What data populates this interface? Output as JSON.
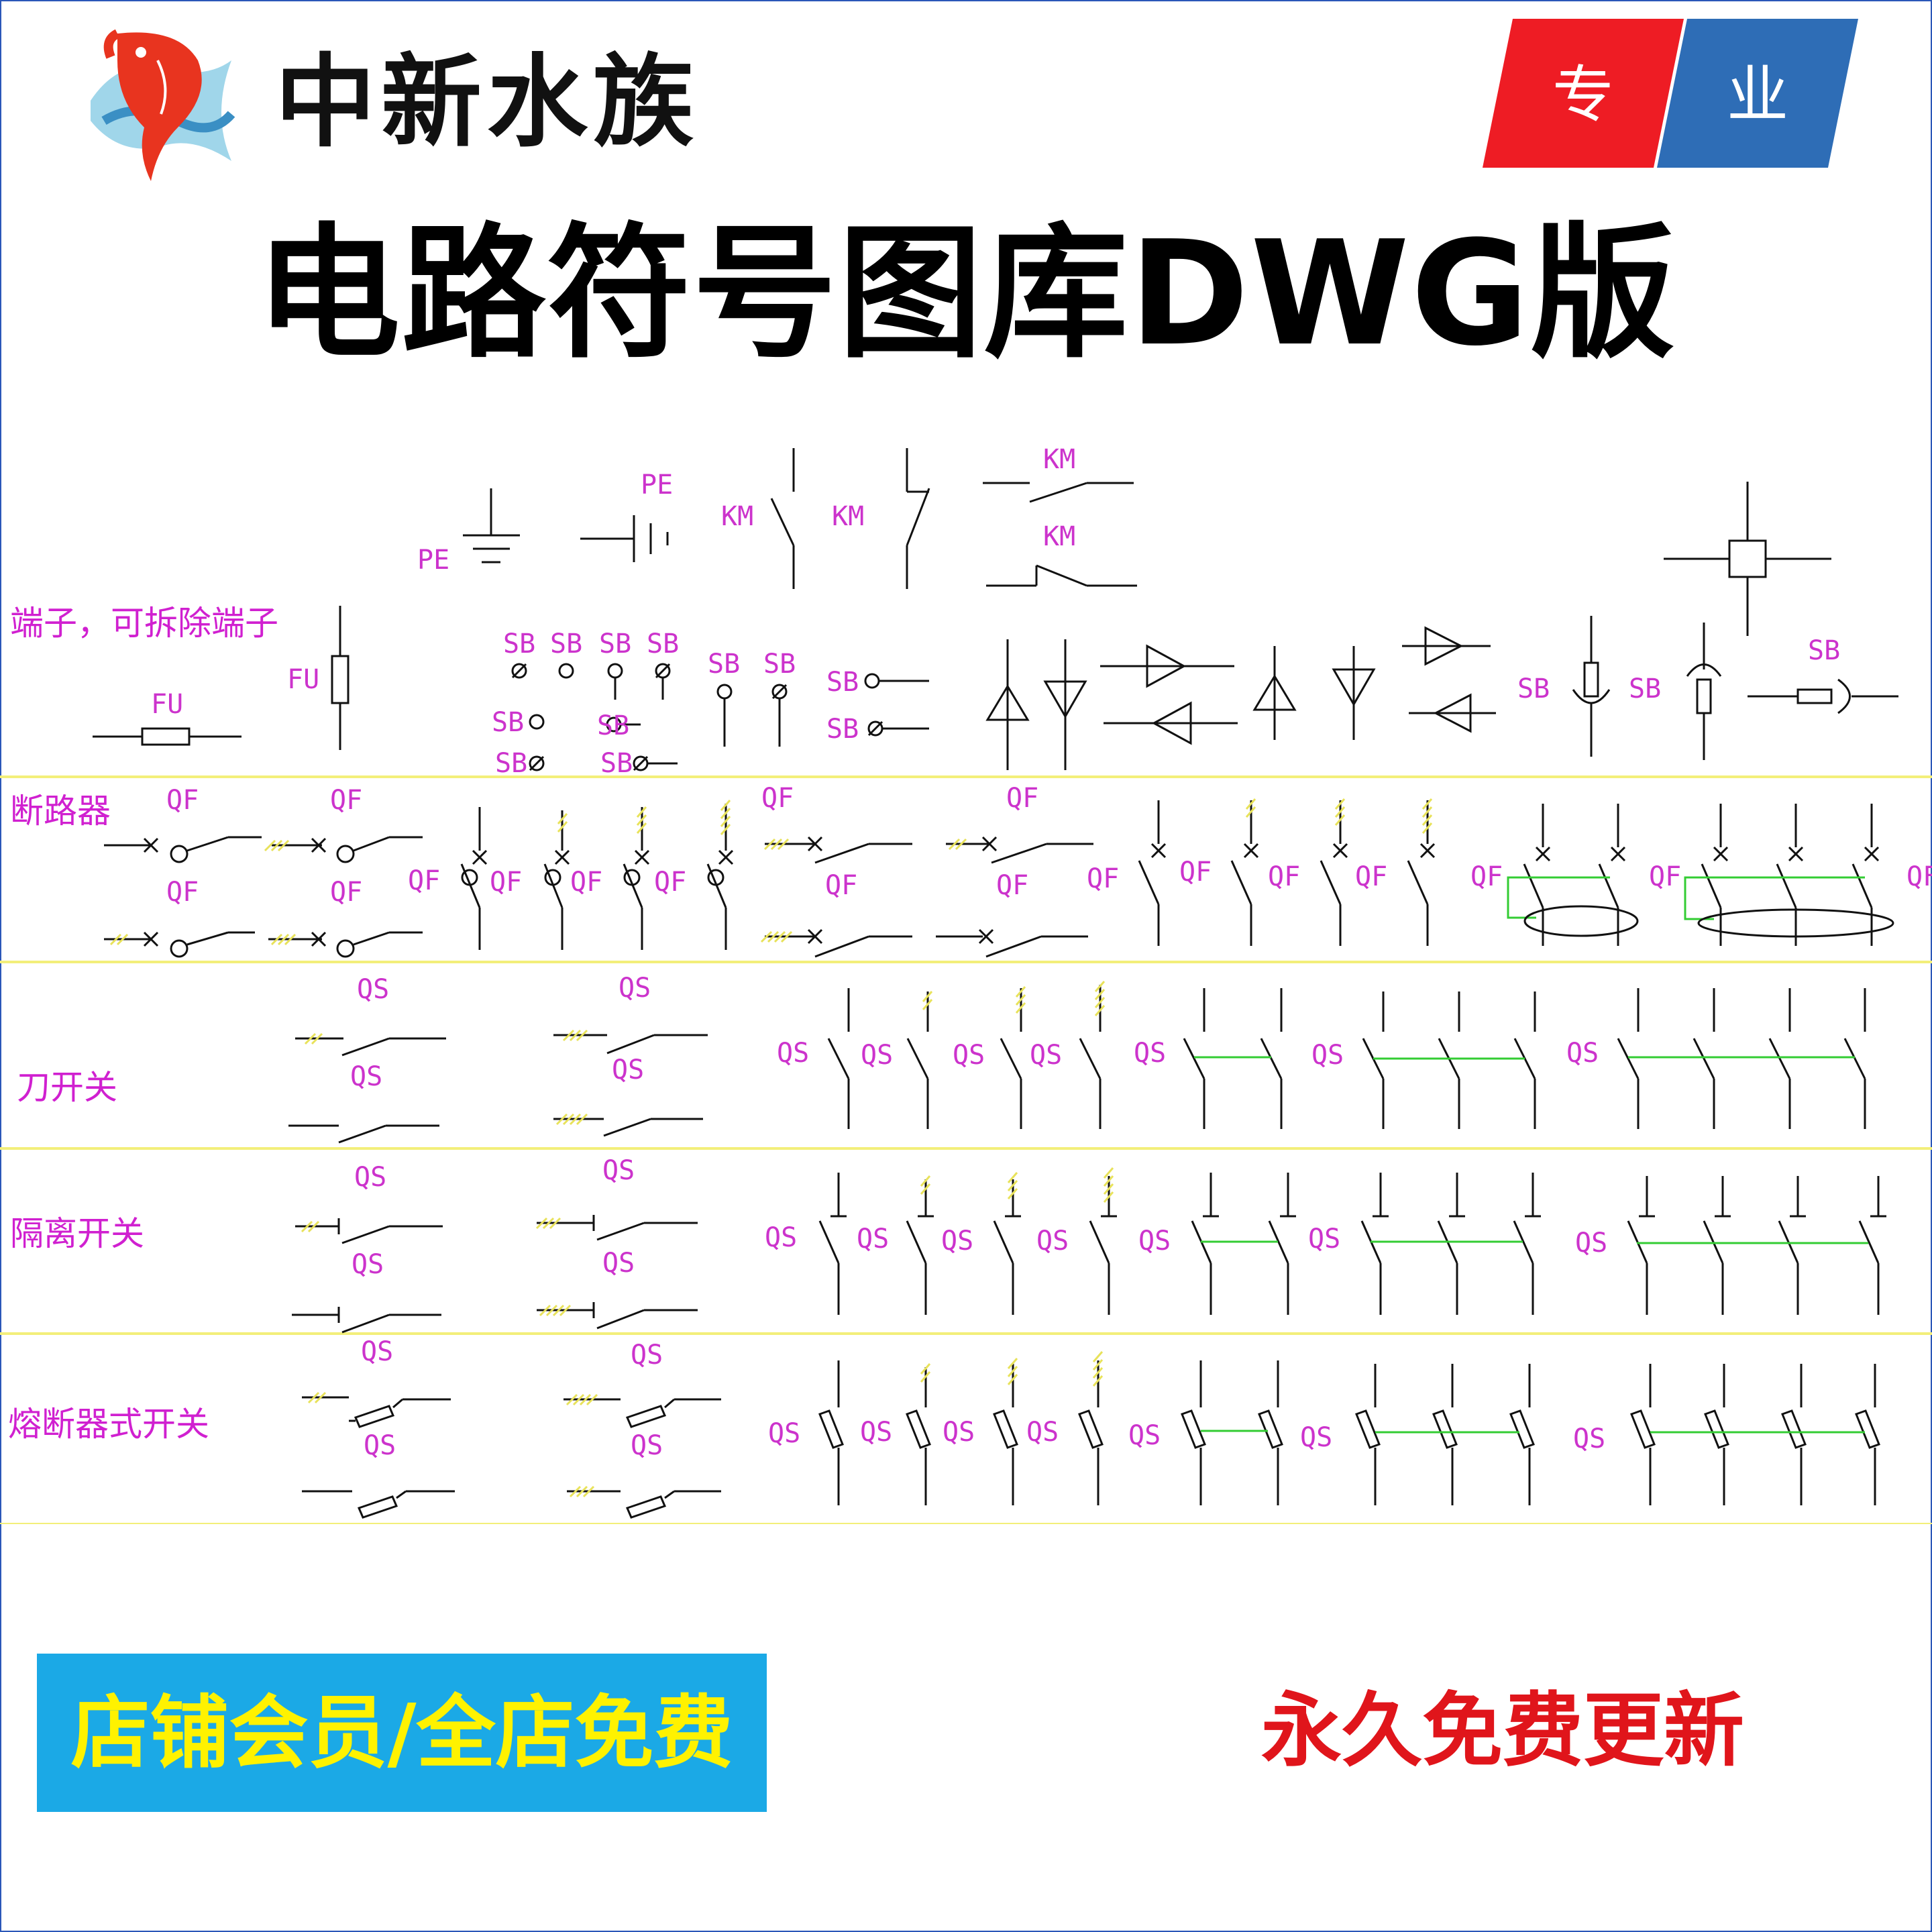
{
  "header": {
    "brand_name": "中新水族",
    "badge_left": "专",
    "badge_right": "业",
    "title": "电路符号图库DWG版"
  },
  "sections": {
    "terminals": "端子，可拆除端子",
    "breaker": "断路器",
    "knife_switch": "刀开关",
    "isolator": "隔离开关",
    "fuse_switch": "熔断器式开关"
  },
  "labels": {
    "pe": "PE",
    "km": "KM",
    "fu": "FU",
    "sb": "SB",
    "qf": "QF",
    "qs": "QS"
  },
  "footer": {
    "promo": "店铺会员/全店免费",
    "update": "永久免费更新"
  },
  "colors": {
    "label": "#cc33cc",
    "section": "#d020d0",
    "badge_red": "#ee1c24",
    "badge_blue": "#2e6db6",
    "promo_bg": "#1ba9e6",
    "promo_text": "#fff200",
    "update_text": "#e0151b",
    "separator": "#f3ef7a",
    "link": "#33cc33"
  },
  "icons": [
    "fish-logo-icon"
  ]
}
